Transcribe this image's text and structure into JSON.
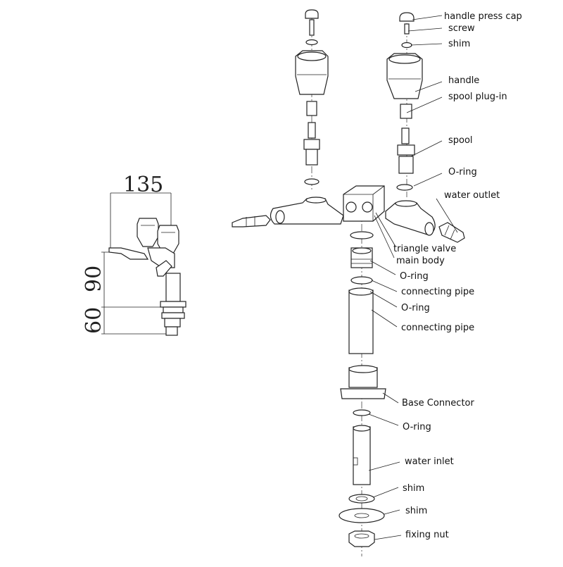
{
  "dimensions": {
    "width_label": "135",
    "upper_height_label": "90",
    "lower_height_label": "60"
  },
  "labels": {
    "handle_press_cap": "handle press cap",
    "screw": "screw",
    "shim_top": "shim",
    "handle": "handle",
    "spool_plug_in": "spool plug-in",
    "spool": "spool",
    "o_ring_1": "O-ring",
    "water_outlet": "water outlet",
    "triangle_valve": "triangle valve",
    "main_body": "main body",
    "o_ring_2": "O-ring",
    "connecting_pipe_1": "connecting pipe",
    "o_ring_3": "O-ring",
    "connecting_pipe_2": "connecting pipe",
    "base_connector": "Base Connector",
    "o_ring_4": "O-ring",
    "water_inlet": "water inlet",
    "shim_1": "shim",
    "shim_2": "shim",
    "fixing_nut": "fixing nut"
  }
}
